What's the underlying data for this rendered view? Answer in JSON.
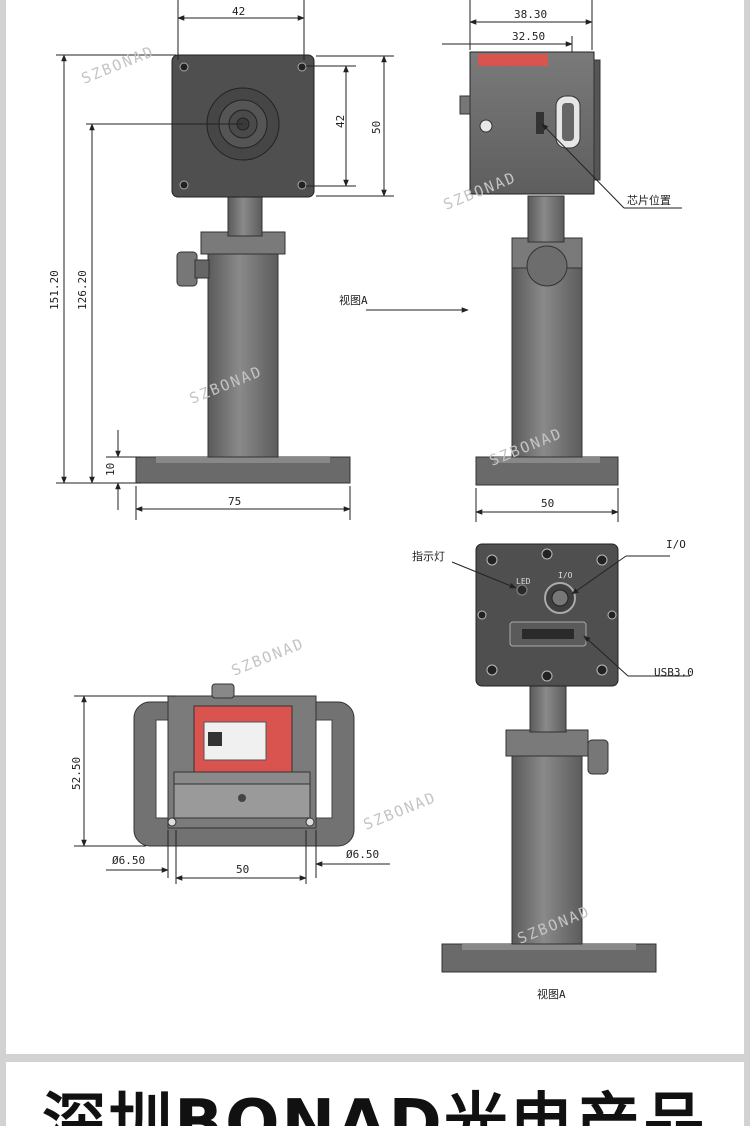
{
  "colors": {
    "metal": "#6f6f6f",
    "metal_dark": "#4a4a4a",
    "face": "#555555",
    "label_red": "#d9534f"
  },
  "watermark": "SZBONAD",
  "dimensions": {
    "front_width": "42",
    "front_height_inner": "42",
    "front_height_outer": "50",
    "total_height": "151.20",
    "center_height": "126.20",
    "base_thickness": "10",
    "base_width_front": "75",
    "side_top_outer": "38.30",
    "side_top_inner": "32.50",
    "base_width_side": "50",
    "top_view_height": "52.50",
    "hole_left": "Ø6.50",
    "hole_right": "Ø6.50",
    "hole_spacing": "50"
  },
  "callouts": {
    "chip_position": "芯片位置",
    "view_a": "视图A",
    "indicator": "指示灯",
    "io": "I/O",
    "usb": "USB3.0",
    "led_marking": "LED",
    "io_marking": "I/O",
    "view_a_bottom": "视图A"
  },
  "footer": {
    "title": "深圳BONAD光电产品"
  }
}
